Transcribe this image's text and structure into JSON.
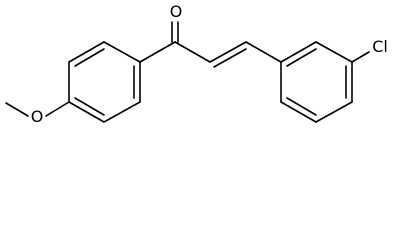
{
  "molecule": {
    "atoms": {
      "oxygen_carbonyl": "O",
      "oxygen_methoxy": "O",
      "chlorine": "Cl"
    },
    "colors": {
      "bond": "#000000",
      "label": "#000000",
      "background": "#ffffff"
    }
  }
}
